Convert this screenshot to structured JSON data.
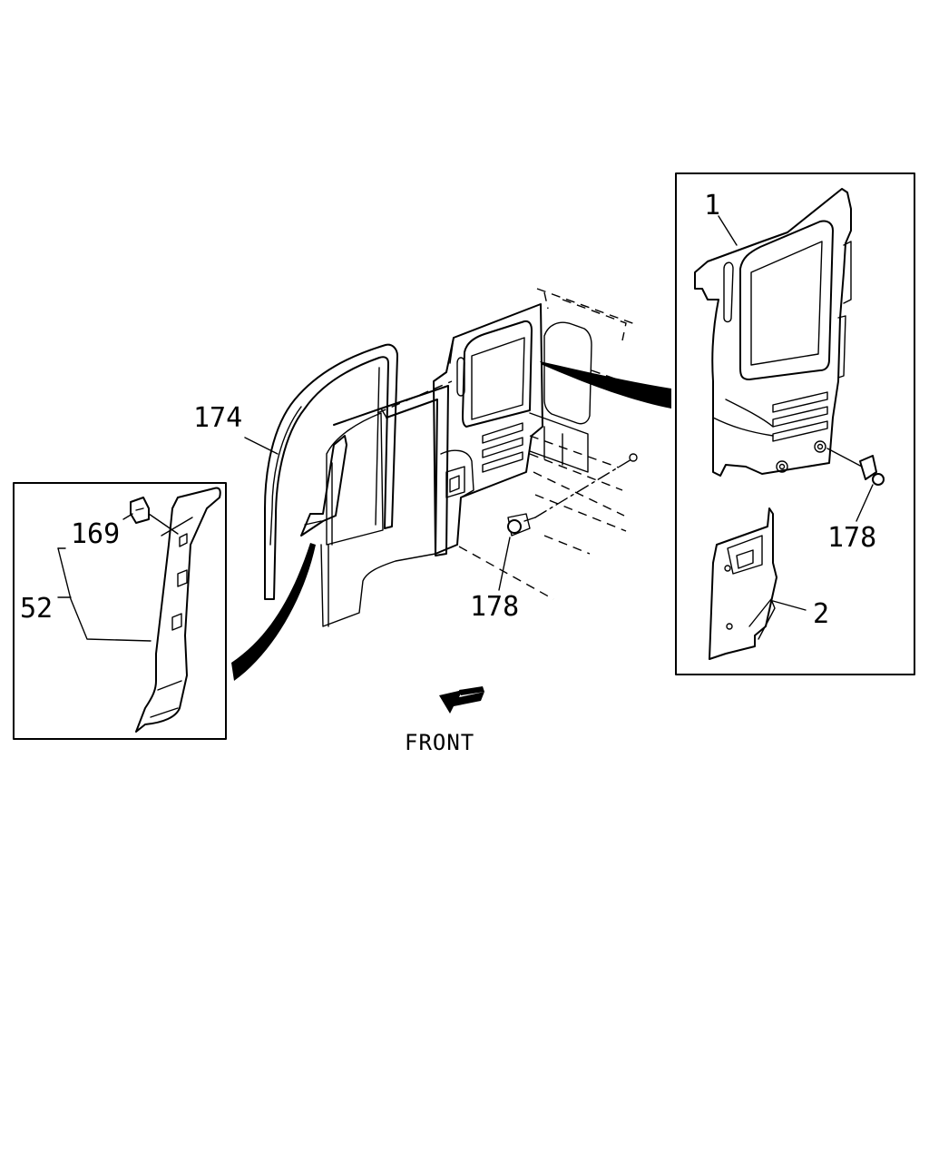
{
  "labels": {
    "part_1": "1",
    "part_2": "2",
    "part_52": "52",
    "part_169": "169",
    "part_174": "174",
    "part_178_left": "178",
    "part_178_right": "178"
  },
  "front_label": "FRONT"
}
